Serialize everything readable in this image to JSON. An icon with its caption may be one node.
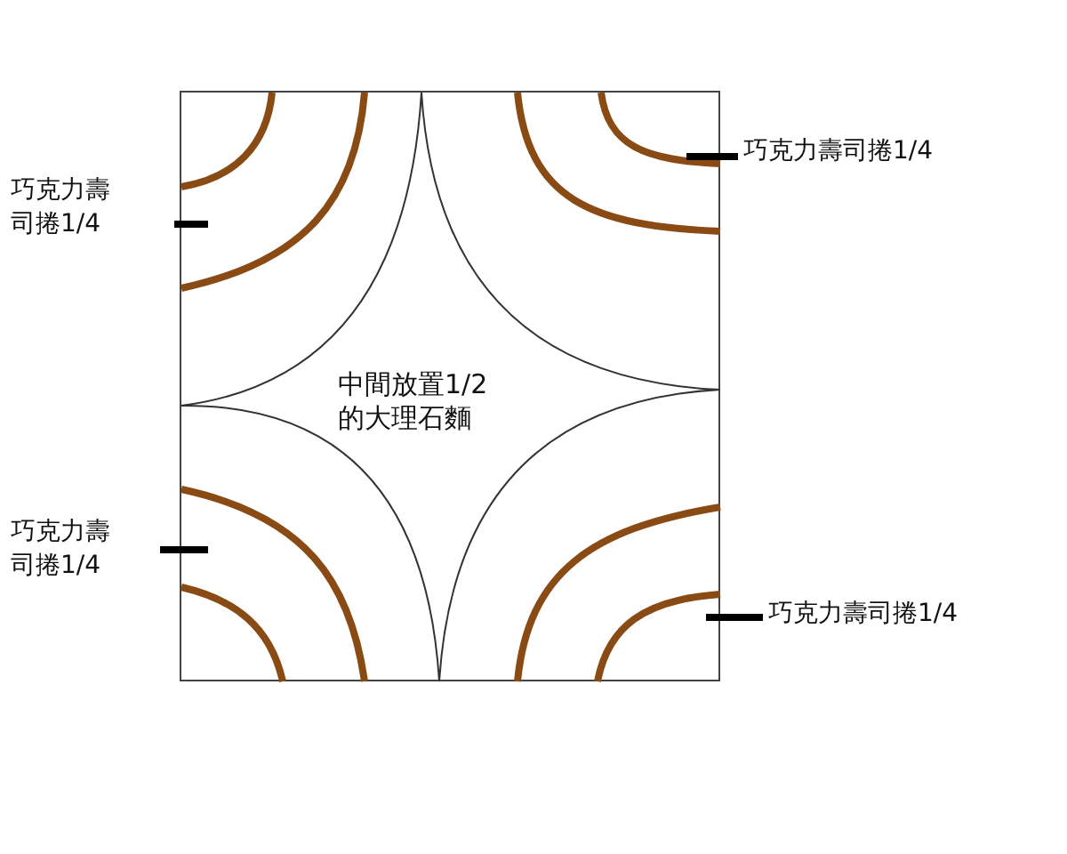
{
  "diagram": {
    "nodes": [
      {
        "text": [],
        "shape": "box"
      },
      {
        "text": [
          "中間放置1/2的大理石麵"
        ],
        "in": 0
      },
      {
        "text": [
          "巧克力壽司捲1/4"
        ]
      },
      {
        "text": [
          "巧克力壽司捲1/4"
        ]
      },
      {
        "text": [
          "巧克力壽司捲1/4"
        ]
      },
      {
        "text": [
          "巧克力壽司捲1/4"
        ]
      }
    ],
    "edges": [
      {
        "from": 2,
        "to": 0,
        "arrow": "none"
      },
      {
        "from": 3,
        "to": 0,
        "arrow": "none"
      },
      {
        "from": 4,
        "to": 0,
        "arrow": "none"
      },
      {
        "from": 5,
        "to": 0,
        "arrow": "none"
      }
    ]
  }
}
